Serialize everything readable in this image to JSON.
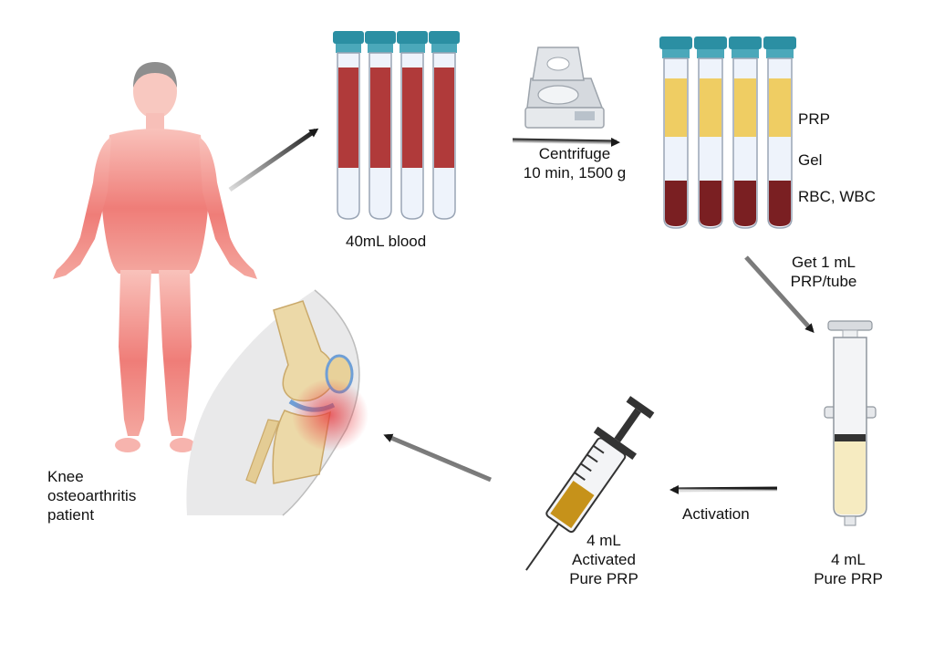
{
  "labels": {
    "blood": "40mL blood",
    "centrifuge_line1": "Centrifuge",
    "centrifuge_line2": "10 min, 1500 g",
    "prp": "PRP",
    "gel": "Gel",
    "rbc_wbc": "RBC, WBC",
    "get_line1": "Get 1 mL",
    "get_line2": "PRP/tube",
    "pure_line1": "4 mL",
    "pure_line2": "Pure PRP",
    "activation": "Activation",
    "activated_line1": "4 mL",
    "activated_line2": "Activated",
    "activated_line3": "Pure PRP",
    "patient_line1": "Knee",
    "patient_line2": "osteoarthritis",
    "patient_line3": "patient"
  },
  "colors": {
    "blood": "#b03a3a",
    "plasma_clear": "#eef3fb",
    "prp_yellow": "#efcd63",
    "gel": "#eef3fb",
    "rbc_dark": "#7a1f22",
    "tube_cap": "#2b8fa3",
    "body_top": "#f7b4b0",
    "body_bottom": "#e84f52",
    "arrow": "#1a1a1a",
    "syringe_plasma": "#f6ebc1",
    "activated_prp": "#c6921a"
  },
  "icons": [
    "human-body-icon",
    "blood-tube-icon",
    "centrifuge-icon",
    "separated-tube-icon",
    "syringe-icon",
    "injection-syringe-icon",
    "knee-joint-icon"
  ]
}
